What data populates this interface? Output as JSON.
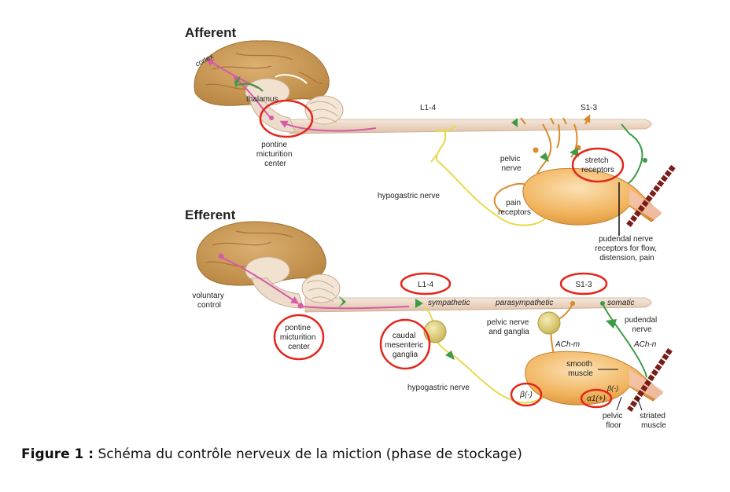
{
  "sections": {
    "afferent_title": "Afferent",
    "efferent_title": "Efferent"
  },
  "afferent": {
    "cortex": "cortex",
    "thalamus": "thalamus",
    "pontine": [
      "pontine",
      "micturition",
      "center"
    ],
    "L": "L1-4",
    "S": "S1-3",
    "pelvic_nerve": [
      "pelvic",
      "nerve"
    ],
    "stretch": [
      "stretch",
      "receptors"
    ],
    "hypogastric": "hypogastric nerve",
    "pain": [
      "pain",
      "receptors"
    ],
    "pudendal": [
      "pudendal nerve",
      "receptors for flow,",
      "distension, pain"
    ]
  },
  "efferent": {
    "voluntary": [
      "voluntary",
      "control"
    ],
    "pontine": [
      "pontine",
      "micturition",
      "center"
    ],
    "L": "L1-4",
    "S": "S1-3",
    "sympathetic": "sympathetic",
    "parasympathetic": "parasympathetic",
    "somatic": "somatic",
    "caudal": [
      "caudal",
      "mesenteric",
      "ganglia"
    ],
    "pelvic_ganglia": [
      "pelvic nerve",
      "and ganglia"
    ],
    "achm": "ACh-m",
    "pudendal": [
      "pudendal",
      "nerve"
    ],
    "achn": "ACh-n",
    "smooth": [
      "smooth",
      "muscle"
    ],
    "hypogastric": "hypogastric nerve",
    "beta_minus": "β(-)",
    "beta_minus2": "β(-)",
    "alpha1": "α1(+)",
    "pelvic_floor": [
      "pelvic",
      "floor"
    ],
    "striated": [
      "striated",
      "muscle"
    ]
  },
  "caption": {
    "bold": "Figure 1 :",
    "text": " Schéma du contrôle nerveux de la miction (phase de stockage)"
  },
  "colors": {
    "brain": "#c99a57",
    "cord": "#efdcca",
    "orange": "#d98b2b",
    "green": "#3e9a45",
    "yellow": "#e6d94a",
    "pink": "#d65aa6",
    "highlight": "#e3261b",
    "bladder": "#f0b259"
  }
}
